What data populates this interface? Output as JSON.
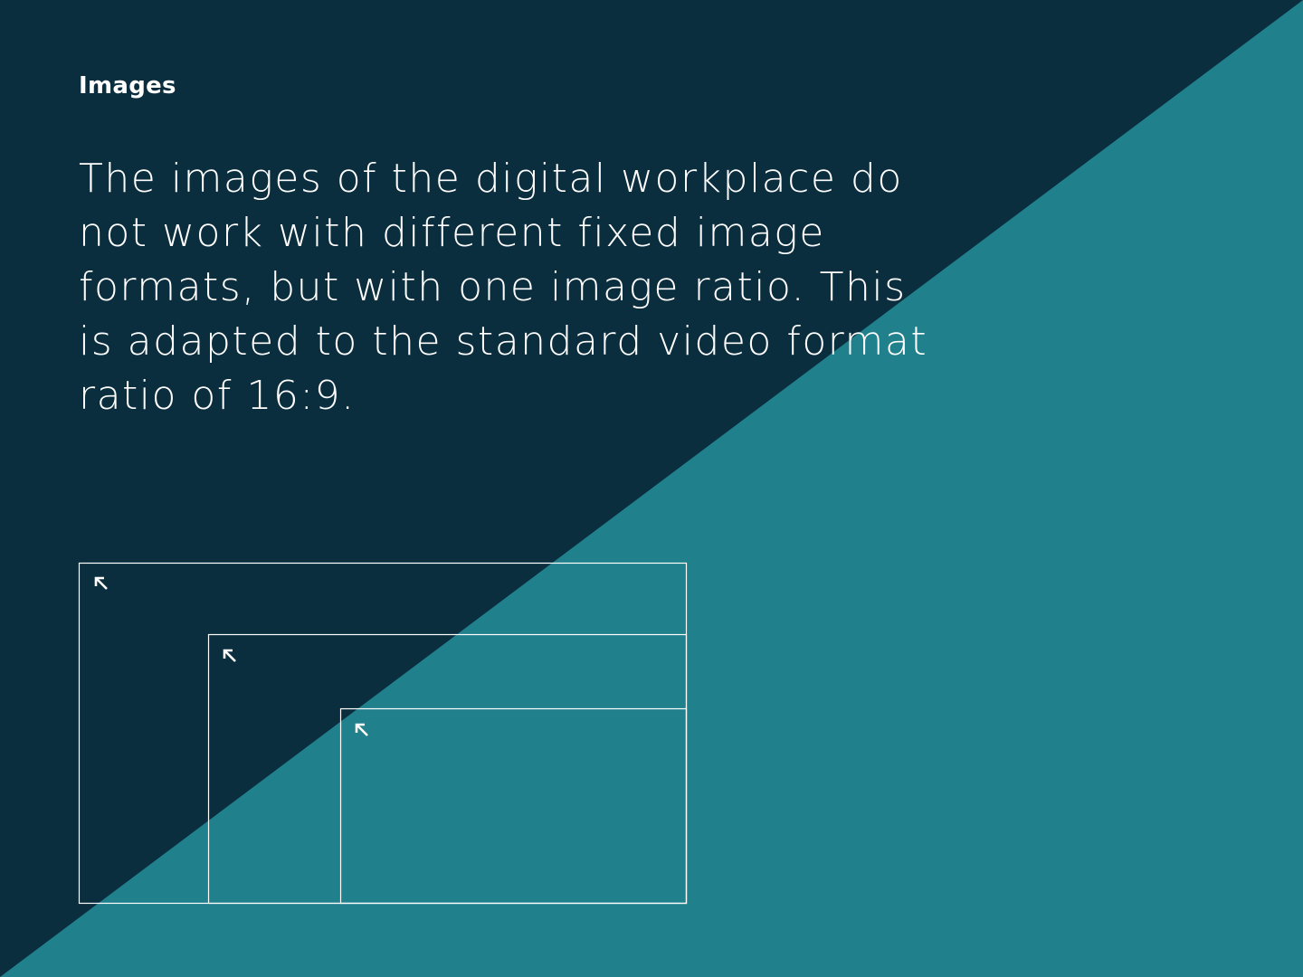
{
  "slide": {
    "section_label": "Images",
    "description": "The images of the digital workplace do not work with different fixed image formats, but with one image ratio. This is adapted to the standard video format ratio of 16:9."
  },
  "colors": {
    "dark_background": "#0b2e3e",
    "teal_background": "#20808c",
    "line": "#ffffff"
  },
  "diagram": {
    "frames": [
      {
        "name": "large-frame",
        "corner_icon": "arrow-up-left-icon"
      },
      {
        "name": "medium-frame",
        "corner_icon": "arrow-up-left-icon"
      },
      {
        "name": "small-frame",
        "corner_icon": "arrow-up-left-icon"
      }
    ]
  }
}
